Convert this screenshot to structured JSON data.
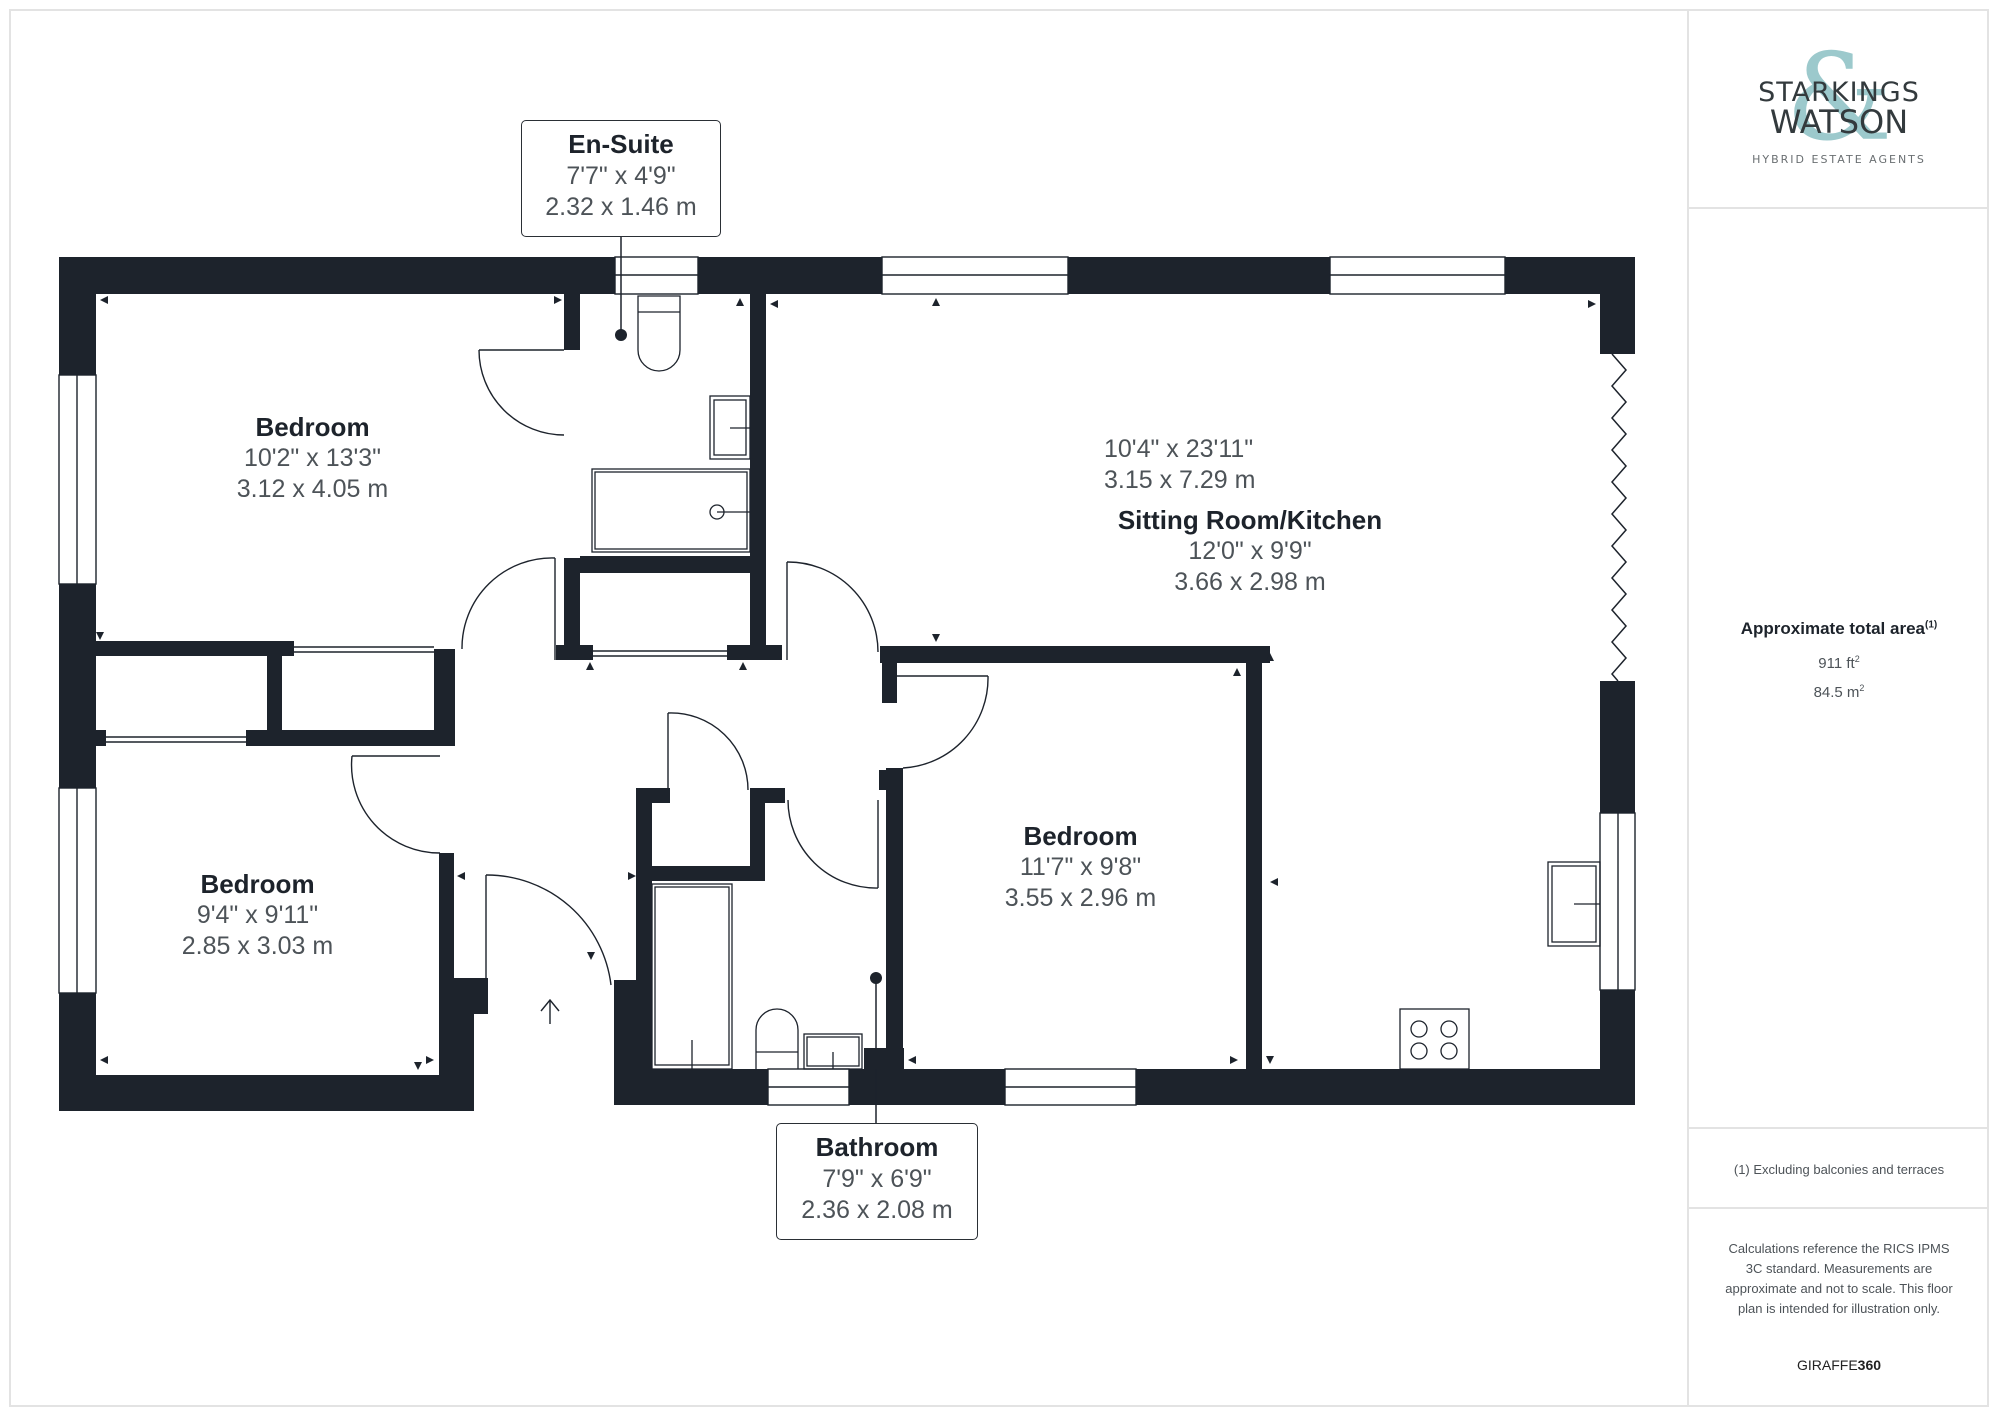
{
  "logo": {
    "line1": "STARKINGS",
    "line2": "WATSON",
    "ampersand": "&",
    "tagline": "HYBRID ESTATE AGENTS",
    "accent_color": "#9cc9cc",
    "text_color": "#333a3d"
  },
  "summary": {
    "title": "Approximate total area",
    "title_sup": "(1)",
    "area_ft": "911 ft",
    "area_ft_sup": "2",
    "area_m": "84.5 m",
    "area_m_sup": "2",
    "footnote": "(1) Excluding balconies and terraces",
    "disclaimer": "Calculations reference the RICS IPMS 3C standard. Measurements are approximate and not to scale. This floor plan is intended for illustration only.",
    "brand_regular": "GIRAFFE",
    "brand_bold": "360"
  },
  "colors": {
    "wall": "#1d232c",
    "text_dark": "#1d232b",
    "text_dim": "#4d5358",
    "border": "#e3e3e3"
  },
  "rooms": [
    {
      "name": "En-Suite",
      "dim_imperial": "7'7\" x 4'9\"",
      "dim_metric": "2.32 x 1.46 m",
      "callout": true
    },
    {
      "name": "Bedroom",
      "dim_imperial": "10'2\" x 13'3\"",
      "dim_metric": "3.12 x 4.05 m",
      "callout": false
    },
    {
      "name": "Sitting Room/Kitchen",
      "dim_imperial_a": "10'4\" x 23'11\"",
      "dim_metric_a": "3.15 x 7.29 m",
      "dim_imperial": "12'0\" x 9'9\"",
      "dim_metric": "3.66 x 2.98 m",
      "callout": false
    },
    {
      "name": "Bedroom",
      "dim_imperial": "9'4\" x 9'11\"",
      "dim_metric": "2.85 x 3.03 m",
      "callout": false
    },
    {
      "name": "Bedroom",
      "dim_imperial": "11'7\" x 9'8\"",
      "dim_metric": "3.55 x 2.96 m",
      "callout": false
    },
    {
      "name": "Bathroom",
      "dim_imperial": "7'9\" x 6'9\"",
      "dim_metric": "2.36 x 2.08 m",
      "callout": true
    }
  ],
  "entrance_arrow": "↑"
}
